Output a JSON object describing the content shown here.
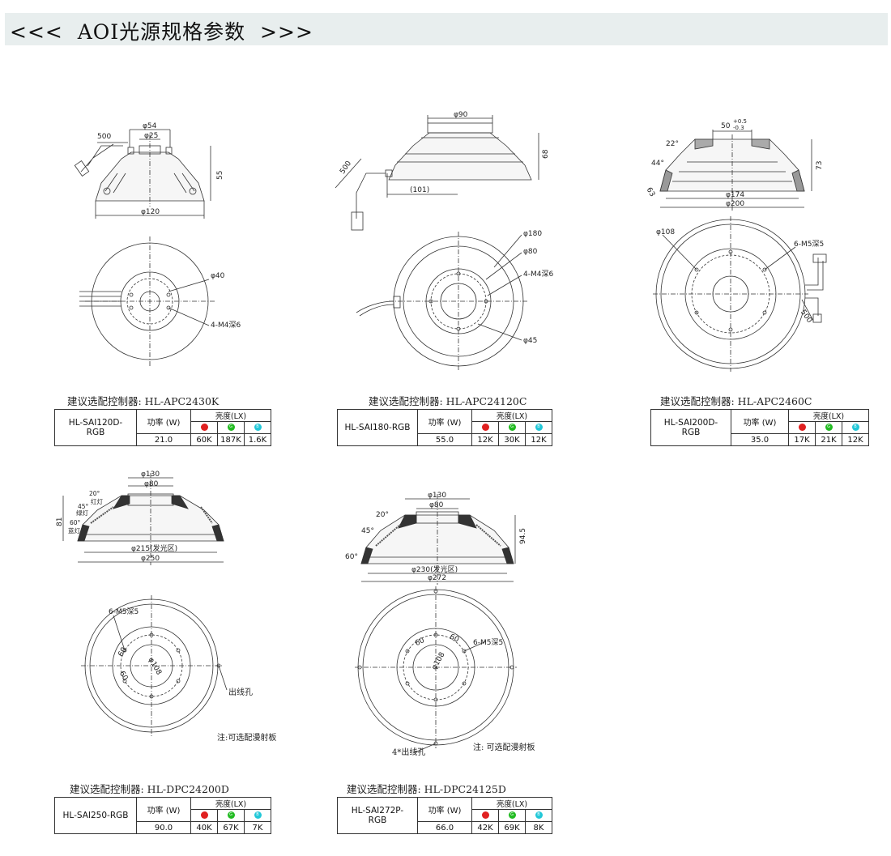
{
  "header": {
    "title": "<<<  AOI光源规格参数  >>>"
  },
  "common": {
    "power_header": "功率 (W)",
    "brightness_header": "亮度(LX)",
    "dot_r": "R",
    "dot_g": "G",
    "dot_b": "B"
  },
  "colors": {
    "red": "#e02020",
    "green": "#22bb22",
    "cyan": "#22c8d8"
  },
  "products": [
    {
      "controller": "建议选配控制器: HL-APC2430K",
      "model": "HL-SAI120D-RGB",
      "power": "21.0",
      "r": "60K",
      "g": "187K",
      "b": "1.6K",
      "dims": {
        "d1": "φ54",
        "d2": "φ25",
        "cable": "500",
        "h": "55",
        "d3": "φ120",
        "d4": "φ40",
        "hole": "4-M4深6"
      }
    },
    {
      "controller": "建议选配控制器: HL-APC24120C",
      "model": "HL-SAI180-RGB",
      "power": "55.0",
      "r": "12K",
      "g": "30K",
      "b": "12K",
      "dims": {
        "d1": "φ90",
        "h": "68",
        "cable": "500",
        "w": "(101)",
        "d2": "φ180",
        "d3": "φ80",
        "hole": "4-M4深6",
        "d4": "φ45"
      }
    },
    {
      "controller": "建议选配控制器: HL-APC2460C",
      "model": "HL-SAI200D-RGB",
      "power": "35.0",
      "r": "17K",
      "g": "21K",
      "b": "12K",
      "dims": {
        "d1": "50",
        "tol_up": "+0.5",
        "tol_dn": "-0.3",
        "a1": "22°",
        "a2": "44°",
        "a3": "63",
        "h": "73",
        "d2": "φ174",
        "d3": "φ200",
        "d4": "φ108",
        "hole": "6-M5深5",
        "cable": "500"
      }
    },
    {
      "controller": "建议选配控制器: HL-DPC24200D",
      "model": "HL-SAI250-RGB",
      "power": "90.0",
      "r": "40K",
      "g": "67K",
      "b": "7K",
      "dims": {
        "d1": "φ130",
        "d2": "φ80",
        "h": "81",
        "a1": "20°",
        "l1": "红灯",
        "a2": "45°",
        "l2": "绿灯",
        "a3": "60°",
        "l3": "蓝灯",
        "d3": "φ215(发光区)",
        "d4": "φ250",
        "hole": "6-M5深5",
        "ang": "60",
        "pcd": "φ108",
        "outlet": "出线孔"
      },
      "note": "注:可选配漫射板"
    },
    {
      "controller": "建议选配控制器: HL-DPC24125D",
      "model": "HL-SAI272P-RGB",
      "power": "66.0",
      "r": "42K",
      "g": "69K",
      "b": "8K",
      "dims": {
        "d1": "φ130",
        "d2": "φ80",
        "h": "94.5",
        "a1": "20°",
        "a2": "45°",
        "a3": "60°",
        "d3": "φ230(发光区)",
        "d4": "φ272",
        "hole": "6-M5深5",
        "ang": "60",
        "pcd": "φ108",
        "outlet": "4*出线孔"
      },
      "note": "注: 可选配漫射板"
    }
  ]
}
